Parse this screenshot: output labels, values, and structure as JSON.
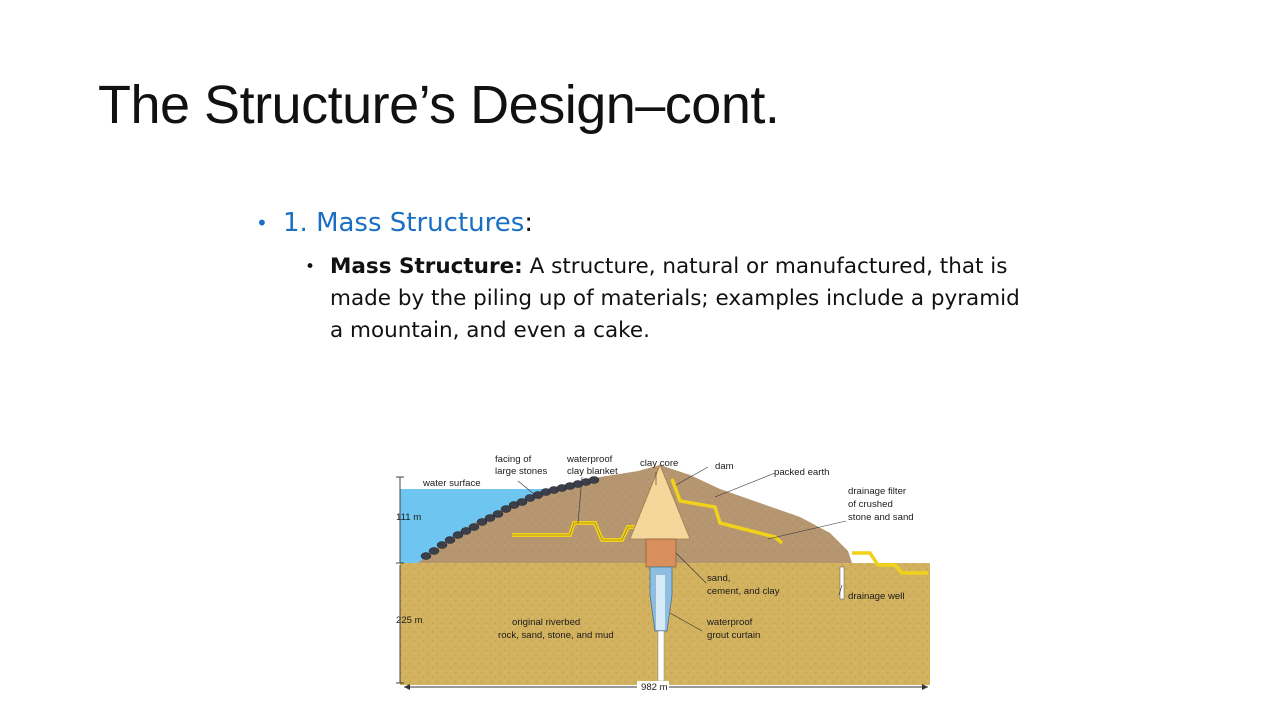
{
  "slide": {
    "title": "The Structure’s Design–cont.",
    "bullet_heading": "1. Mass Structures",
    "bullet_heading_colon": ":",
    "sub_term": "Mass Structure:",
    "sub_text": " A structure, natural or manufactured, that is made by the piling up of materials; examples include a pyramid a mountain, and even a cake."
  },
  "diagram": {
    "labels": {
      "facing_1": "facing of",
      "facing_2": "large stones",
      "waterproof_1": "waterproof",
      "waterproof_2": "clay blanket",
      "clay_core": "clay core",
      "dam": "dam",
      "packed_earth": "packed earth",
      "water_surface": "water surface",
      "drainage_filter_1": "drainage filter",
      "drainage_filter_2": "of crushed",
      "drainage_filter_3": "stone and sand",
      "height_water": "111 m",
      "sand_1": "sand,",
      "sand_2": "cement, and clay",
      "drainage_well": "drainage well",
      "height_ground": "225 m",
      "riverbed_1": "original riverbed",
      "riverbed_2": "rock, sand, stone, and mud",
      "grout_1": "waterproof",
      "grout_2": "grout curtain",
      "width": "982 m"
    },
    "colors": {
      "water": "#6ec6f0",
      "riverbed": "#d2b25e",
      "dam_earth": "#b59671",
      "clay_core": "#f4d79a",
      "sand_cement": "#d98f5c",
      "grout": "#8fbde0",
      "filter": "#f1d21a"
    }
  }
}
